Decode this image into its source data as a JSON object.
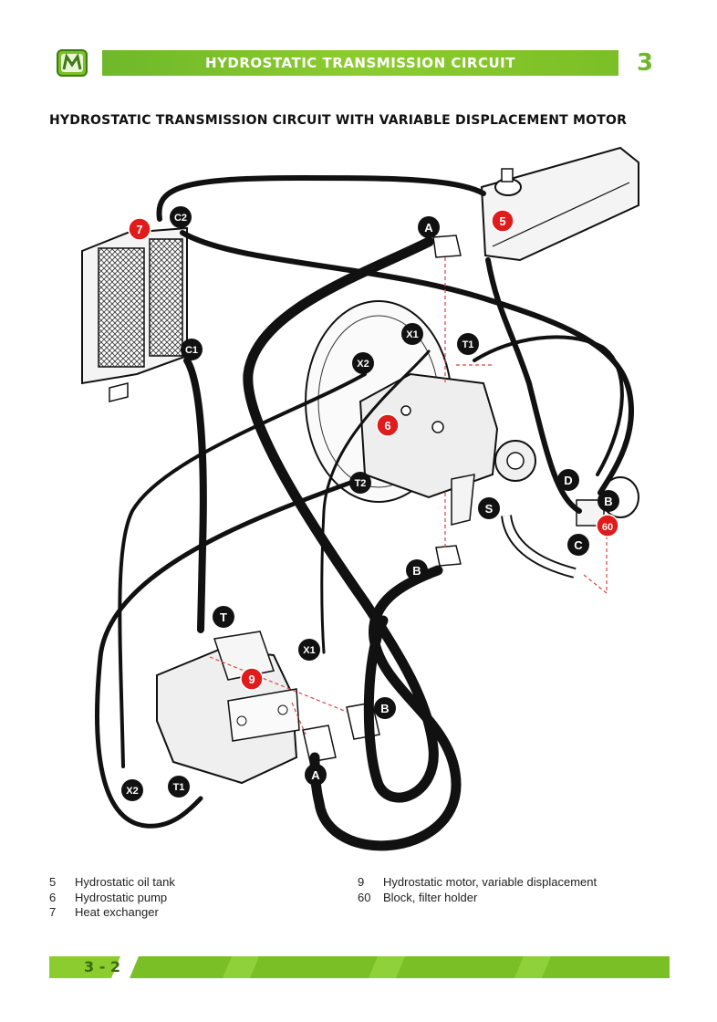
{
  "header": {
    "title": "HYDROSTATIC TRANSMISSION CIRCUIT",
    "chapter": "3"
  },
  "subtitle": "HYDROSTATIC TRANSMISSION CIRCUIT WITH VARIABLE DISPLACEMENT MOTOR",
  "callouts": {
    "n5": "5",
    "n6": "6",
    "n7": "7",
    "n9": "9",
    "n60": "60",
    "a_top": "A",
    "a_bottom": "A",
    "b_mid": "B",
    "b_bottom": "B",
    "b_right": "B",
    "c": "C",
    "c1": "C1",
    "c2": "C2",
    "d": "D",
    "s": "S",
    "t": "T",
    "t1_top": "T1",
    "t1_bottom": "T1",
    "t2": "T2",
    "x1_top": "X1",
    "x1_mid": "X1",
    "x2_top": "X2",
    "x2_bottom": "X2"
  },
  "legend": {
    "left": [
      {
        "num": "5",
        "text": "Hydrostatic oil tank"
      },
      {
        "num": "6",
        "text": "Hydrostatic pump"
      },
      {
        "num": "7",
        "text": "Heat exchanger"
      }
    ],
    "right": [
      {
        "num": "9",
        "text": "Hydrostatic motor, variable displacement"
      },
      {
        "num": "60",
        "text": "Block, filter holder"
      }
    ]
  },
  "footer": {
    "page": "3 - 2"
  },
  "colors": {
    "accent_green": "#7bbf27",
    "callout_red": "#e01b1b",
    "callout_black": "#111111"
  }
}
